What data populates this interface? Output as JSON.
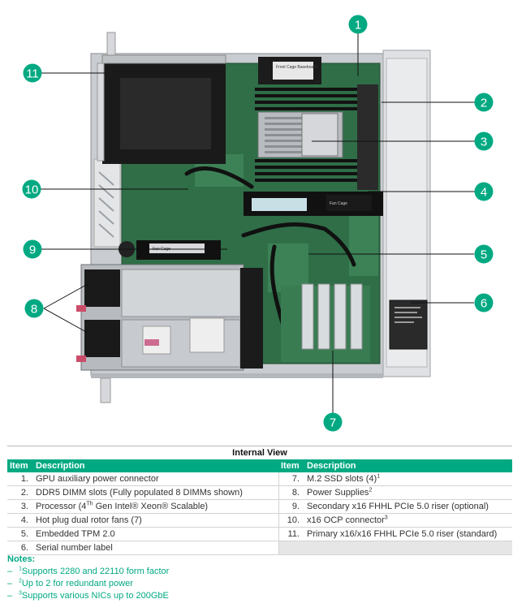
{
  "colors": {
    "accent": "#01a982",
    "row_divider": "#d3d3d3",
    "empty_cell": "#e6e6e6"
  },
  "callouts": [
    "1",
    "2",
    "3",
    "4",
    "5",
    "6",
    "7",
    "8",
    "9",
    "10",
    "11"
  ],
  "figure_labels": {
    "dimm_module_top": "Front Cage Baseboard",
    "dimm_module_mid": "Fan Cage",
    "secondary_riser": "Fan Cage"
  },
  "spec_table": {
    "title": "Internal View",
    "headers": {
      "item": "Item",
      "description": "Description"
    },
    "rows": [
      {
        "left_num": "1.",
        "left_desc": "GPU auxiliary power connector",
        "right_num": "7.",
        "right_desc": "M.2 SSD slots (4)",
        "right_sup": "1"
      },
      {
        "left_num": "2.",
        "left_desc": "DDR5 DIMM slots (Fully populated 8 DIMMs shown)",
        "right_num": "8.",
        "right_desc": "Power Supplies",
        "right_sup": "2"
      },
      {
        "left_num": "3.",
        "left_desc_pre": "Processor (4",
        "left_sup": "Th",
        "left_desc_post": " Gen Intel® Xeon® Scalable)",
        "right_num": "9.",
        "right_desc": "Secondary x16 FHHL PCIe 5.0 riser (optional)"
      },
      {
        "left_num": "4.",
        "left_desc": "Hot plug dual rotor fans (7)",
        "right_num": "10.",
        "right_desc": "x16 OCP connector",
        "right_sup": "3"
      },
      {
        "left_num": "5.",
        "left_desc": "Embedded TPM 2.0",
        "right_num": "11.",
        "right_desc": "Primary x16/x16 FHHL PCIe 5.0 riser (standard)"
      },
      {
        "left_num": "6.",
        "left_desc": "Serial number label"
      }
    ]
  },
  "notes": {
    "heading": "Notes:",
    "items": [
      {
        "dash": "–",
        "sup": "1",
        "text": "Supports 2280 and 22110 form factor"
      },
      {
        "dash": "–",
        "sup": "2",
        "text": "Up to 2 for redundant power"
      },
      {
        "dash": "–",
        "sup": "3",
        "text": "Supports various NICs up to 200GbE"
      }
    ]
  }
}
